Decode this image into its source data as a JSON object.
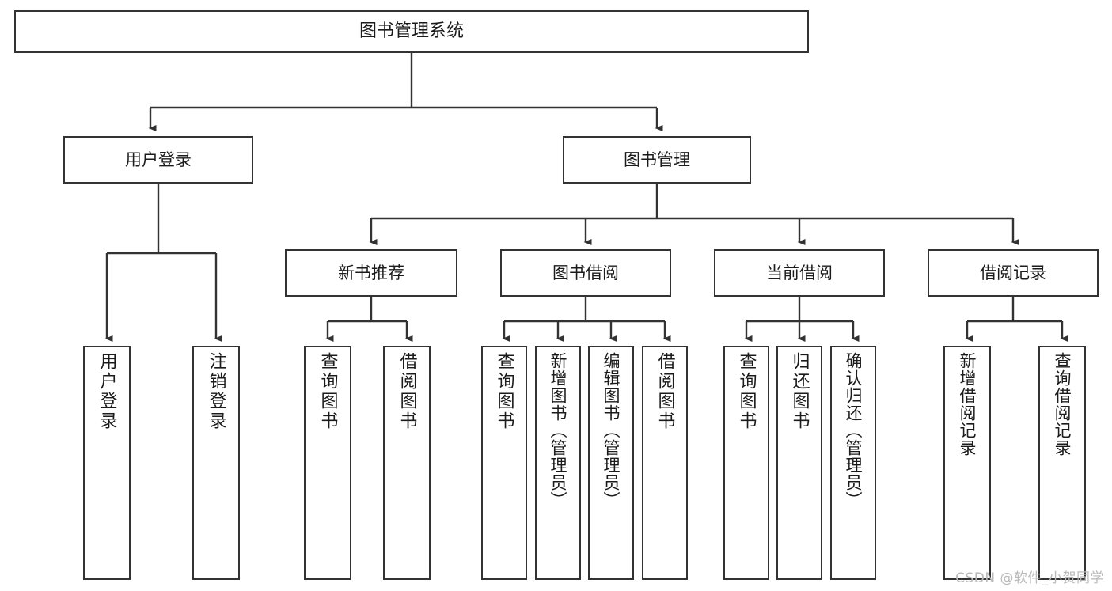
{
  "diagram": {
    "type": "tree",
    "title": "图书管理系统",
    "root": {
      "label": "图书管理系统"
    },
    "level2": [
      {
        "label": "用户登录"
      },
      {
        "label": "图书管理"
      }
    ],
    "level3": [
      {
        "label": "新书推荐"
      },
      {
        "label": "图书借阅"
      },
      {
        "label": "当前借阅"
      },
      {
        "label": "借阅记录"
      }
    ],
    "leaves": {
      "user_login": [
        {
          "label": "用户登录"
        },
        {
          "label": "注销登录"
        }
      ],
      "new_book_recommend": [
        {
          "label": "查询图书"
        },
        {
          "label": "借阅图书"
        }
      ],
      "book_borrow": [
        {
          "label": "查询图书"
        },
        {
          "label": "新增图书（管理员）"
        },
        {
          "label": "编辑图书（管理员）"
        },
        {
          "label": "借阅图书"
        }
      ],
      "current_borrow": [
        {
          "label": "查询图书"
        },
        {
          "label": "归还图书"
        },
        {
          "label": "确认归还（管理员）"
        }
      ],
      "borrow_record": [
        {
          "label": "新增借阅记录"
        },
        {
          "label": "查询借阅记录"
        }
      ]
    }
  },
  "watermark": {
    "text": "CSDN @软件_小贺同学"
  },
  "colors": {
    "box_border": "#333333",
    "box_fill": "#ffffff",
    "connector": "#333333",
    "text": "#1b1b1b",
    "watermark": "#b9b9b9"
  }
}
